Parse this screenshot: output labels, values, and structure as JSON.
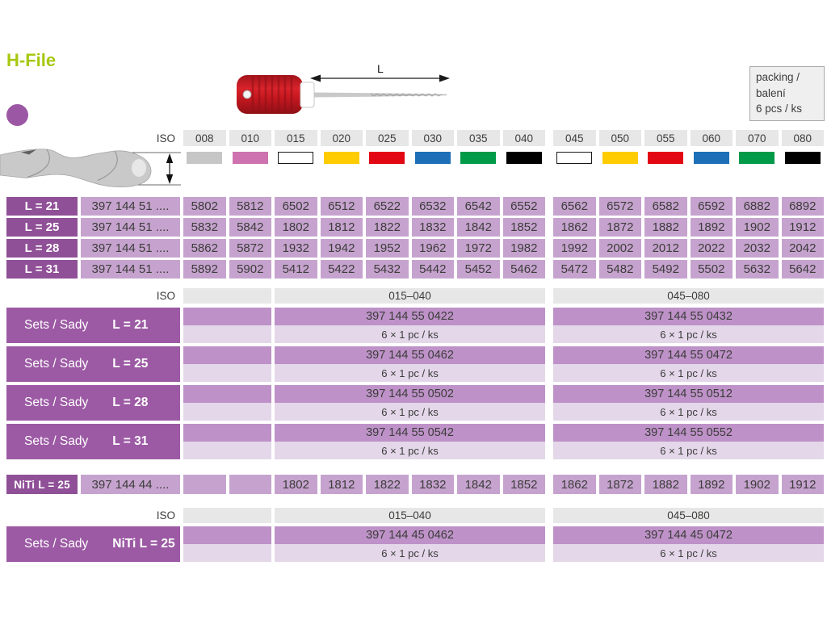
{
  "page": {
    "title": "H-File",
    "dimension_label": "L",
    "packing_line1": "packing / balení",
    "packing_line2": "6 pcs / ks"
  },
  "colors": {
    "title_green": "#A6C80F",
    "purple_dark": "#8F5097",
    "purple_sets_header": "#9C5AA4",
    "purple_cell": "#C6A3CE",
    "purple_code_row": "#BE92C8",
    "purple_pale_row": "#E3D7E9",
    "gray_header": "#E8E7E7",
    "handle_red": "#C4171F",
    "accent_circle": "#9B57A4"
  },
  "iso_row": {
    "label": "ISO",
    "sizes": [
      {
        "code": "008",
        "color": "#C6C6C6",
        "outlined": false
      },
      {
        "code": "010",
        "color": "#CE73B0",
        "outlined": false
      },
      {
        "code": "015",
        "color": "#FFFFFF",
        "outlined": true
      },
      {
        "code": "020",
        "color": "#FFCC00",
        "outlined": false
      },
      {
        "code": "025",
        "color": "#E30613",
        "outlined": false
      },
      {
        "code": "030",
        "color": "#1D70B7",
        "outlined": false
      },
      {
        "code": "035",
        "color": "#009A49",
        "outlined": false
      },
      {
        "code": "040",
        "color": "#000000",
        "outlined": false
      },
      {
        "code": "045",
        "color": "#FFFFFF",
        "outlined": true
      },
      {
        "code": "050",
        "color": "#FFCC00",
        "outlined": false
      },
      {
        "code": "055",
        "color": "#E30613",
        "outlined": false
      },
      {
        "code": "060",
        "color": "#1D70B7",
        "outlined": false
      },
      {
        "code": "070",
        "color": "#009A49",
        "outlined": false
      },
      {
        "code": "080",
        "color": "#000000",
        "outlined": false
      }
    ]
  },
  "main_table": {
    "rows": [
      {
        "label": "L = 21",
        "catalog": "397 144 51 ....",
        "values": [
          "5802",
          "5812",
          "6502",
          "6512",
          "6522",
          "6532",
          "6542",
          "6552",
          "6562",
          "6572",
          "6582",
          "6592",
          "6882",
          "6892"
        ]
      },
      {
        "label": "L = 25",
        "catalog": "397 144 51 ....",
        "values": [
          "5832",
          "5842",
          "1802",
          "1812",
          "1822",
          "1832",
          "1842",
          "1852",
          "1862",
          "1872",
          "1882",
          "1892",
          "1902",
          "1912"
        ]
      },
      {
        "label": "L = 28",
        "catalog": "397 144 51 ....",
        "values": [
          "5862",
          "5872",
          "1932",
          "1942",
          "1952",
          "1962",
          "1972",
          "1982",
          "1992",
          "2002",
          "2012",
          "2022",
          "2032",
          "2042"
        ]
      },
      {
        "label": "L = 31",
        "catalog": "397 144 51 ....",
        "values": [
          "5892",
          "5902",
          "5412",
          "5422",
          "5432",
          "5442",
          "5452",
          "5462",
          "5472",
          "5482",
          "5492",
          "5502",
          "5632",
          "5642"
        ]
      }
    ]
  },
  "sets_table": {
    "iso_label": "ISO",
    "group1": "015–040",
    "group2": "045–080",
    "pack": "6 × 1 pc / ks",
    "rows": [
      {
        "label": "Sets / Sady",
        "length": "L = 21",
        "code1": "397 144 55 0422",
        "code2": "397 144 55 0432"
      },
      {
        "label": "Sets / Sady",
        "length": "L = 25",
        "code1": "397 144 55 0462",
        "code2": "397 144 55 0472"
      },
      {
        "label": "Sets / Sady",
        "length": "L = 28",
        "code1": "397 144 55 0502",
        "code2": "397 144 55 0512"
      },
      {
        "label": "Sets / Sady",
        "length": "L = 31",
        "code1": "397 144 55 0542",
        "code2": "397 144 55 0552"
      }
    ]
  },
  "niti_row": {
    "label": "NiTi  L = 25",
    "catalog": "397 144 44 ....",
    "values": [
      "",
      "",
      "1802",
      "1812",
      "1822",
      "1832",
      "1842",
      "1852",
      "1862",
      "1872",
      "1882",
      "1892",
      "1902",
      "1912"
    ]
  },
  "niti_sets_table": {
    "iso_label": "ISO",
    "group1": "015–040",
    "group2": "045–080",
    "pack": "6 × 1 pc / ks",
    "rows": [
      {
        "label": "Sets / Sady",
        "length": "NiTi  L = 25",
        "code1": "397 144 45 0462",
        "code2": "397 144 45 0472"
      }
    ]
  }
}
